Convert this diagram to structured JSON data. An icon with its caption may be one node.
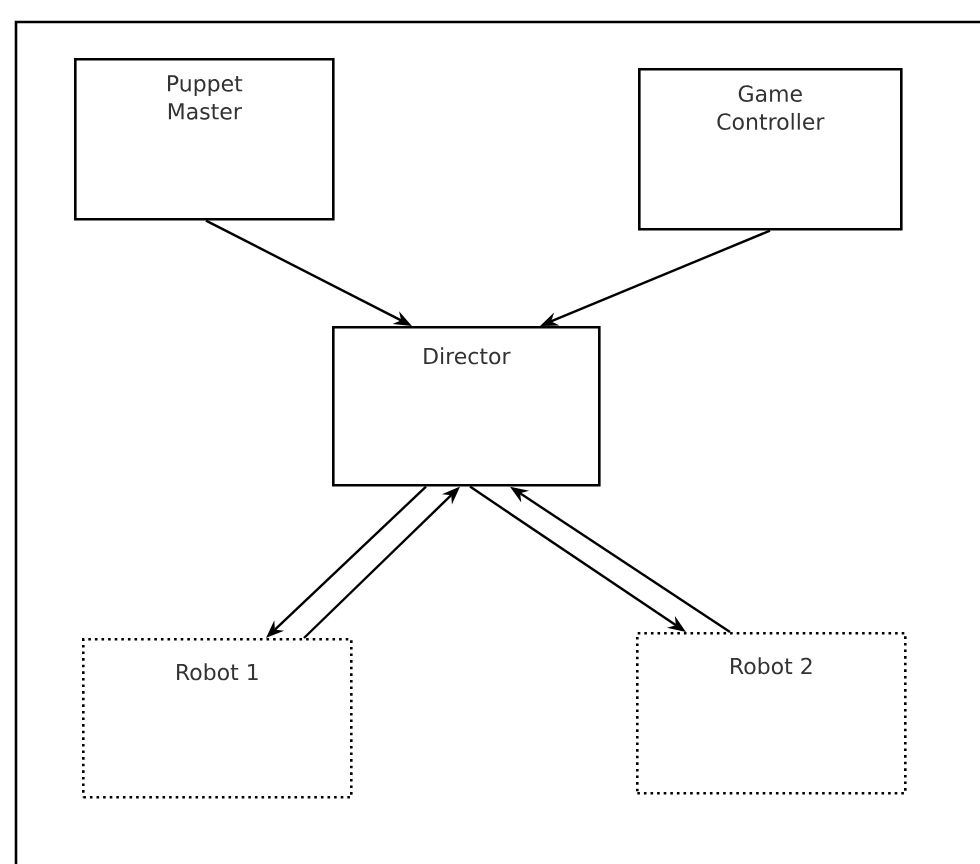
{
  "diagram": {
    "nodes": [
      {
        "text": [
          "Puppet Master"
        ]
      },
      {
        "text": [
          "Game Controller"
        ]
      },
      {
        "text": [
          "Director"
        ]
      },
      {
        "text": [
          "Robot 1"
        ]
      },
      {
        "text": [
          "Robot 2"
        ]
      }
    ],
    "edges": [
      {
        "from": 0,
        "to": 2,
        "arrow": "to"
      },
      {
        "from": 1,
        "to": 2,
        "arrow": "to"
      },
      {
        "from": 2,
        "to": 3,
        "arrow": "to"
      },
      {
        "from": 3,
        "to": 2,
        "arrow": "to"
      },
      {
        "from": 2,
        "to": 4,
        "arrow": "to"
      },
      {
        "from": 4,
        "to": 2,
        "arrow": "to"
      }
    ]
  }
}
